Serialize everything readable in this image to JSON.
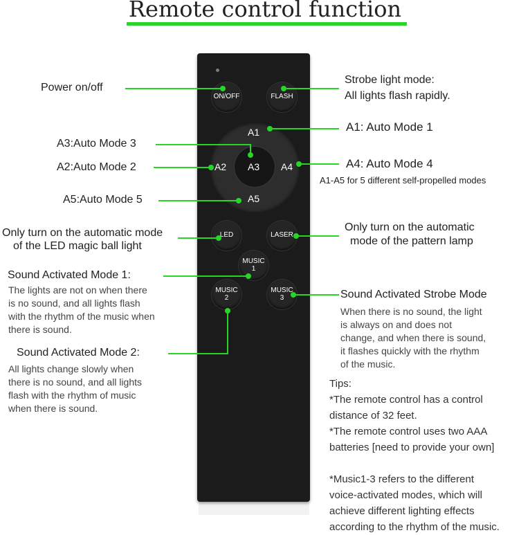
{
  "title": "Remote control function",
  "remote": {
    "buttons": {
      "onoff": "ON/OFF",
      "flash": "FLASH",
      "a1": "A1",
      "a2": "A2",
      "a3": "A3",
      "a4": "A4",
      "a5": "A5",
      "led": "LED",
      "laser": "LASER",
      "music1": "MUSIC\n1",
      "music2": "MUSIC\n2",
      "music3": "MUSIC\n3"
    }
  },
  "labels": {
    "power": "Power on/off",
    "strobe_title": "Strobe light mode:",
    "strobe_desc": "All lights flash rapidly.",
    "a1": "A1:  Auto Mode 1",
    "a3": "A3:Auto Mode 3",
    "a2": "A2:Auto Mode 2",
    "a4": "A4:  Auto Mode 4",
    "a_range": "A1-A5 for 5 different self-propelled modes",
    "a5": "A5:Auto Mode 5",
    "led_1": "Only turn on the automatic mode",
    "led_2": "of the LED magic ball light",
    "laser_1": "Only turn on the automatic",
    "laser_2": "mode of the pattern lamp",
    "sam1_title": "Sound Activated Mode 1:",
    "sam1_desc": [
      "The lights are not on when there",
      "is no sound, and all lights flash",
      "with the rhythm of the music when",
      "there is sound."
    ],
    "sam2_title": "Sound Activated Mode 2:",
    "sam2_desc": [
      "All lights change slowly when",
      "there is no sound, and all lights",
      "flash with the rhythm of music",
      "when there is sound."
    ],
    "sas_title": "Sound Activated Strobe Mode",
    "sas_desc": [
      "When there is no sound, the light",
      "is always on and does not",
      "change, and when there is sound,",
      "it flashes quickly with the rhythm",
      "of the music."
    ]
  },
  "tips": "Tips:\n*The remote control has a control\ndistance of 32 feet.\n*The remote control uses two AAA\nbatteries [need to provide your own]\n\n*Music1-3 refers to the different\nvoice-activated modes, which will\nachieve different lighting effects\naccording to the rhythm of the music.",
  "colors": {
    "accent": "#28d628",
    "remote": "#1b1b1b"
  }
}
